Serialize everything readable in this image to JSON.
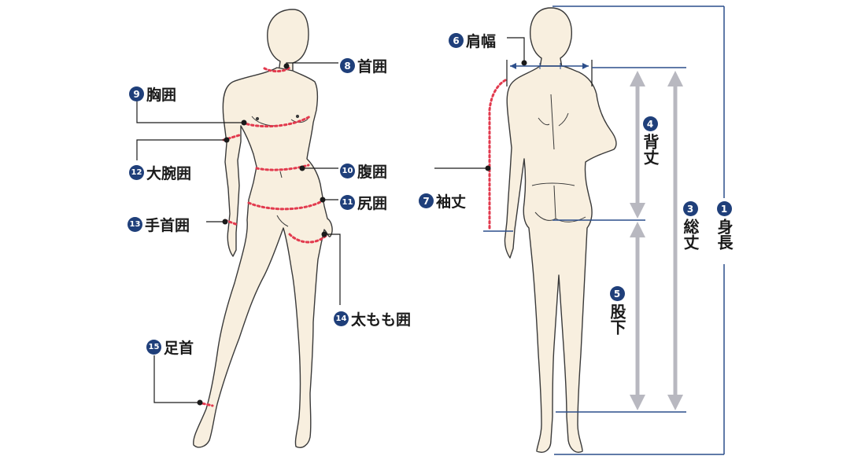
{
  "colors": {
    "skin": "#f8efdf",
    "outline": "#3a3a3a",
    "badge": "#1f3f7a",
    "measure_dots": "#e23a4e",
    "arrow": "#b8b8c0",
    "frame": "#2c4f8c"
  },
  "front_labels": [
    {
      "num": "8",
      "text": "首囲"
    },
    {
      "num": "9",
      "text": "胸囲"
    },
    {
      "num": "12",
      "text": "大腕囲"
    },
    {
      "num": "10",
      "text": "腹囲"
    },
    {
      "num": "11",
      "text": "尻囲"
    },
    {
      "num": "13",
      "text": "手首囲"
    },
    {
      "num": "14",
      "text": "太もも囲"
    },
    {
      "num": "15",
      "text": "足首"
    }
  ],
  "back_labels": [
    {
      "num": "6",
      "text": "肩幅"
    },
    {
      "num": "7",
      "text": "袖丈"
    },
    {
      "num": "4",
      "text": "背丈"
    },
    {
      "num": "5",
      "text": "股下"
    },
    {
      "num": "3",
      "text": "総丈"
    },
    {
      "num": "1",
      "text": "身長"
    }
  ]
}
